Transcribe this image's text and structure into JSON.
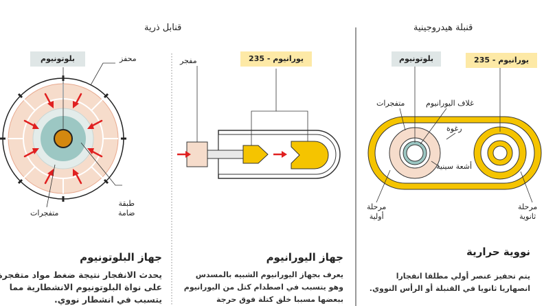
{
  "headers": {
    "atomic_bombs": "قنابل ذرية",
    "hydrogen_bomb": "قنبلة هيدروجينية"
  },
  "plutonium_device": {
    "box_label": "بلوتونيوم",
    "detonator": "محفز",
    "tamper": "طبقة\nضامة",
    "explosives": "متفجرات",
    "title": "جهاز البلوتونيوم",
    "desc": [
      "يحدث الانفجار نتيجة ضغط مواد متفجرة",
      "على نواة البلوتونيوم الانشطارية مما",
      "يتسبب في انشطار نووي."
    ]
  },
  "uranium_device": {
    "box_label": "يورانيوم - 235",
    "detonator": "مفجر",
    "title": "جهاز اليورانيوم",
    "desc": [
      "يعرف بجهاز اليورانيوم الشبيه بالمسدس",
      "وهو يتسبب في اصطدام كتل من اليورانيوم",
      "ببعضها مسببا خلق كتلة فوق حرجة"
    ]
  },
  "hydrogen_device": {
    "box_plutonium": "بلوتونيوم",
    "box_uranium": "يورانيوم - 235",
    "explosives": "متفجرات",
    "uranium_shell": "غلاف اليورانيوم",
    "foam": "رغوة",
    "xrays": "أشعة سينية",
    "primary": "مرحلة\nأولية",
    "secondary": "مرحلة\nثانوية",
    "title": "نووية حرارية",
    "desc": [
      "يتم تحفيز عنصر أولي مطلقا انفجارا",
      "انصهاريا ثانويا في القنبلة أو الرأس النووي."
    ]
  },
  "colors": {
    "yellow": "#f5c400",
    "peach": "#f6dccb",
    "teal": "#9cc7c3",
    "arrow_red": "#e02020"
  }
}
